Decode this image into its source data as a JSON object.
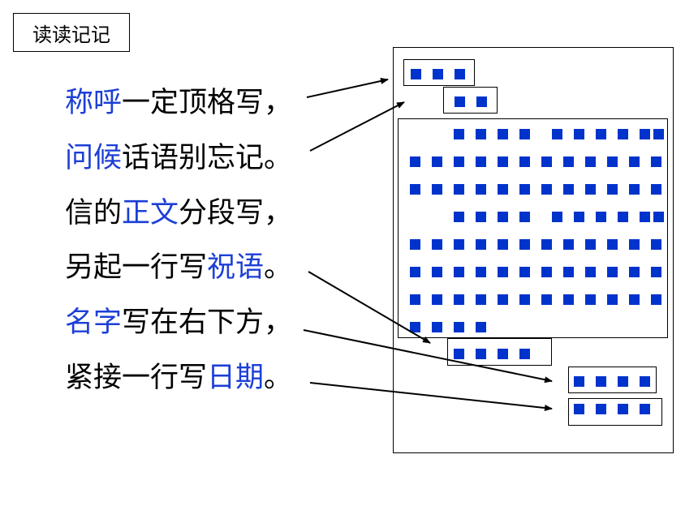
{
  "title": "读读记记",
  "lines": [
    [
      {
        "t": "称呼",
        "hl": true
      },
      {
        "t": "一定顶格写，",
        "hl": false
      }
    ],
    [
      {
        "t": "问候",
        "hl": true
      },
      {
        "t": "话语别忘记。",
        "hl": false
      }
    ],
    [
      {
        "t": "信的",
        "hl": false
      },
      {
        "t": "正文",
        "hl": true
      },
      {
        "t": "分段写，",
        "hl": false
      }
    ],
    [
      {
        "t": "另起一行写",
        "hl": false
      },
      {
        "t": "祝语",
        "hl": true
      },
      {
        "t": "。",
        "hl": false
      }
    ],
    [
      {
        "t": "名字",
        "hl": true
      },
      {
        "t": "写在右下方，",
        "hl": false
      }
    ],
    [
      {
        "t": "紧接一行写",
        "hl": false
      },
      {
        "t": "日期",
        "hl": true
      },
      {
        "t": "。",
        "hl": false
      }
    ]
  ],
  "colors": {
    "highlight": "#1c3fd6",
    "square": "#0033cc"
  }
}
